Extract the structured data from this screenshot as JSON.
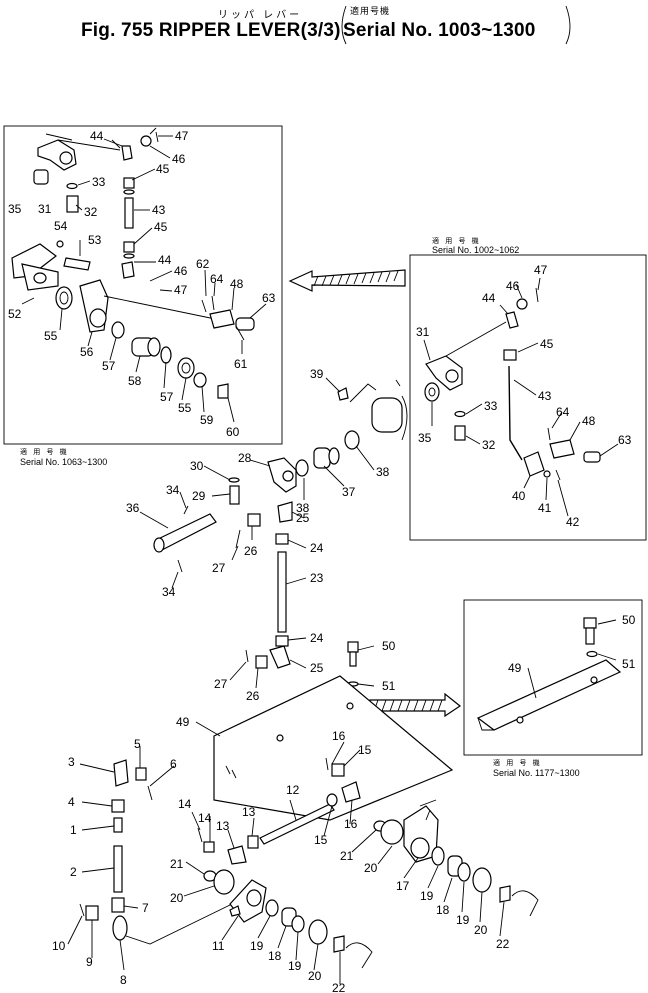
{
  "header": {
    "kana": "リッパ レバー",
    "fig_title": "Fig. 755 RIPPER LEVER(3/3)",
    "applicable_label": "適用号機",
    "serial_range": "Serial No. 1003~1300"
  },
  "insets": {
    "left": {
      "applicable_label": "適 用 号 機",
      "serial": "Serial No. 1063~1300"
    },
    "right": {
      "applicable_label": "適 用 号 機",
      "serial": "Serial No. 1002~1062"
    },
    "bottom_right": {
      "applicable_label": "適 用 号 機",
      "serial": "Serial No. 1177~1300"
    }
  },
  "callouts": {
    "left_inset": [
      "44",
      "47",
      "46",
      "33",
      "45",
      "35",
      "31",
      "32",
      "43",
      "54",
      "53",
      "45",
      "44",
      "46",
      "47",
      "62",
      "64",
      "48",
      "63",
      "52",
      "55",
      "56",
      "57",
      "58",
      "57",
      "55",
      "59",
      "60",
      "61"
    ],
    "right_inset": [
      "47",
      "46",
      "44",
      "45",
      "31",
      "43",
      "33",
      "35",
      "32",
      "64",
      "48",
      "63",
      "40",
      "41",
      "42"
    ],
    "main": [
      "39",
      "28",
      "30",
      "38",
      "38",
      "37",
      "29",
      "25",
      "34",
      "36",
      "26",
      "24",
      "27",
      "34",
      "23",
      "24",
      "25",
      "26",
      "27",
      "50",
      "51",
      "49",
      "16",
      "15",
      "5",
      "3",
      "6",
      "4",
      "1",
      "2",
      "7",
      "10",
      "9",
      "8",
      "12",
      "13",
      "14",
      "13",
      "14",
      "15",
      "16",
      "21",
      "20",
      "21",
      "20",
      "17",
      "19",
      "18",
      "19",
      "20",
      "22",
      "11",
      "19",
      "18",
      "19",
      "20",
      "22"
    ],
    "bottom_right_inset": [
      "50",
      "51",
      "49"
    ]
  },
  "colors": {
    "ink": "#000000",
    "paper": "#ffffff"
  }
}
